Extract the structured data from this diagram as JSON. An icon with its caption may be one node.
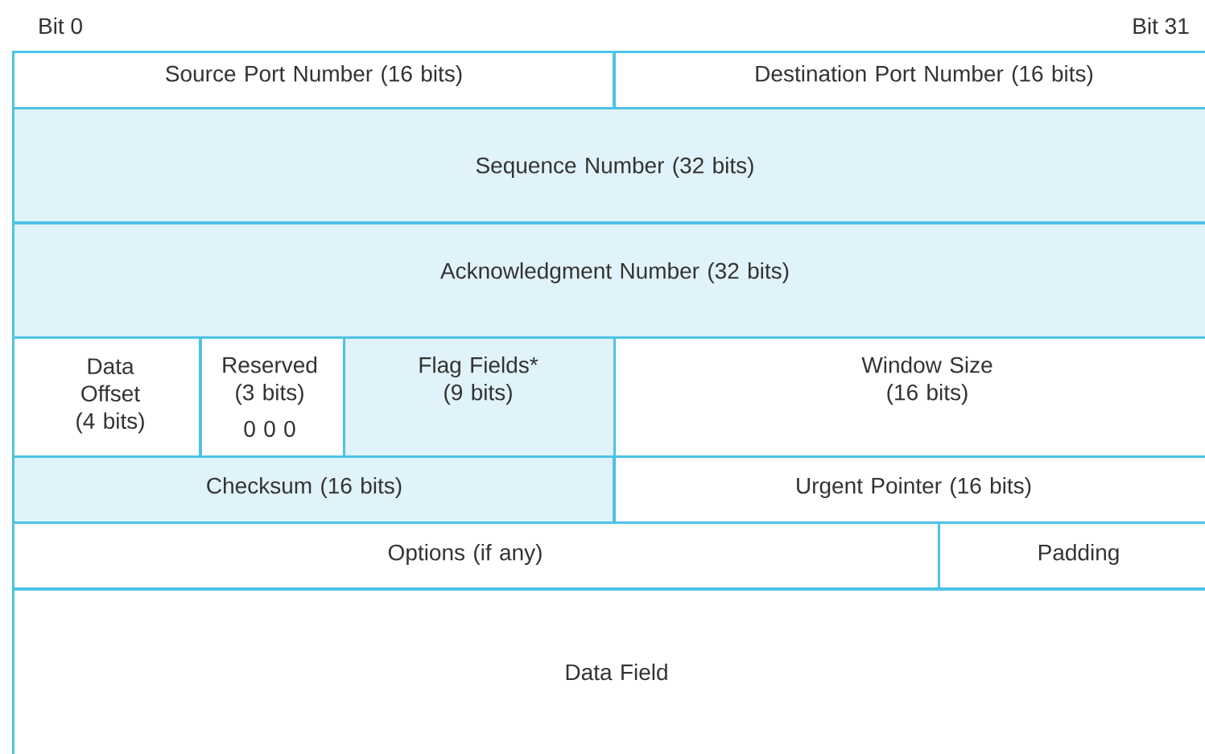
{
  "diagram": {
    "nodes": [
      {
        "text": [
          "Source Port Number (16 bits)"
        ]
      },
      {
        "text": [
          "Destination Port Number (16 bits)"
        ]
      },
      {
        "text": [
          "Sequence Number (32 bits)"
        ]
      },
      {
        "text": [
          "Acknowledgment Number (32 bits)"
        ]
      },
      {
        "text": [
          "Data Offset (4 bits)"
        ]
      },
      {
        "text": [
          "Reserved (3 bits)",
          "0 0 0"
        ]
      },
      {
        "text": [
          "Flag Fields* (9 bits)"
        ]
      },
      {
        "text": [
          "Window Size (16 bits)"
        ]
      },
      {
        "text": [
          "Checksum (16 bits)"
        ]
      },
      {
        "text": [
          "Urgent Pointer (16 bits)"
        ]
      },
      {
        "text": [
          "Options (if any)"
        ]
      },
      {
        "text": [
          "Padding"
        ]
      },
      {
        "text": [
          "Data Field"
        ]
      }
    ],
    "labels": [
      "Bit 0",
      "Bit 31"
    ]
  }
}
